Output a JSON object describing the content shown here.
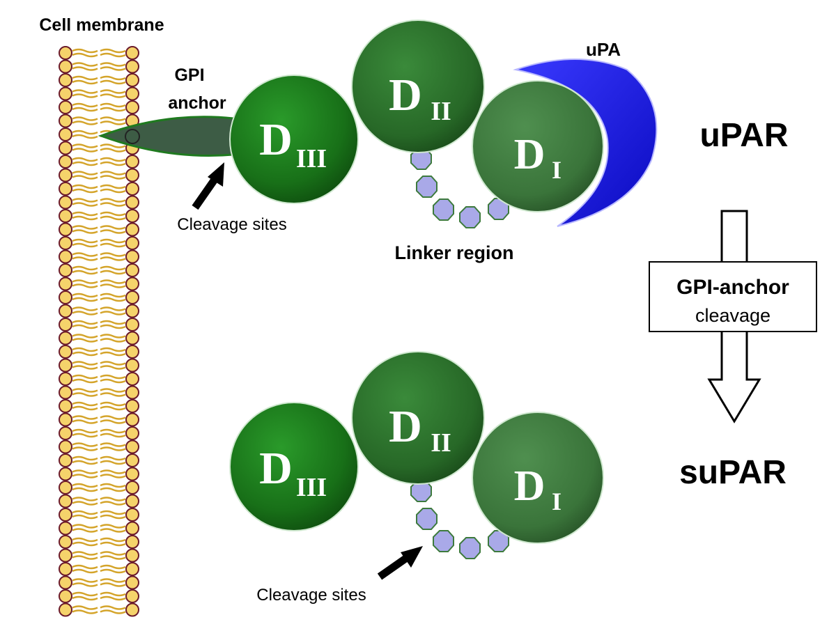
{
  "labels": {
    "cell_membrane": "Cell membrane",
    "gpi_anchor_line1": "GPI",
    "gpi_anchor_line2": "anchor",
    "upa": "uPA",
    "upar": "uPAR",
    "supar": "suPAR",
    "linker_region": "Linker region",
    "cleavage_sites_top": "Cleavage sites",
    "cleavage_sites_bottom": "Cleavage sites",
    "process_box_bold": "GPI-anchor",
    "process_box_normal": "cleavage"
  },
  "domains": {
    "d3": {
      "letter": "D",
      "sub": "III"
    },
    "d2": {
      "letter": "D",
      "sub": "II"
    },
    "d1": {
      "letter": "D",
      "sub": "I"
    }
  },
  "colors": {
    "domain_dark_green": "#1f7a1f",
    "domain_mid_green": "#2e6f2e",
    "domain_light_green": "#3f7f3f",
    "upa_blue": "#1a1ae6",
    "linker_lavender": "#a9a9e8",
    "membrane_head": "#f5d36b",
    "membrane_head_outline": "#6b1a2a",
    "membrane_tail": "#d4a42a",
    "anchor_fill": "#3d5c45"
  }
}
